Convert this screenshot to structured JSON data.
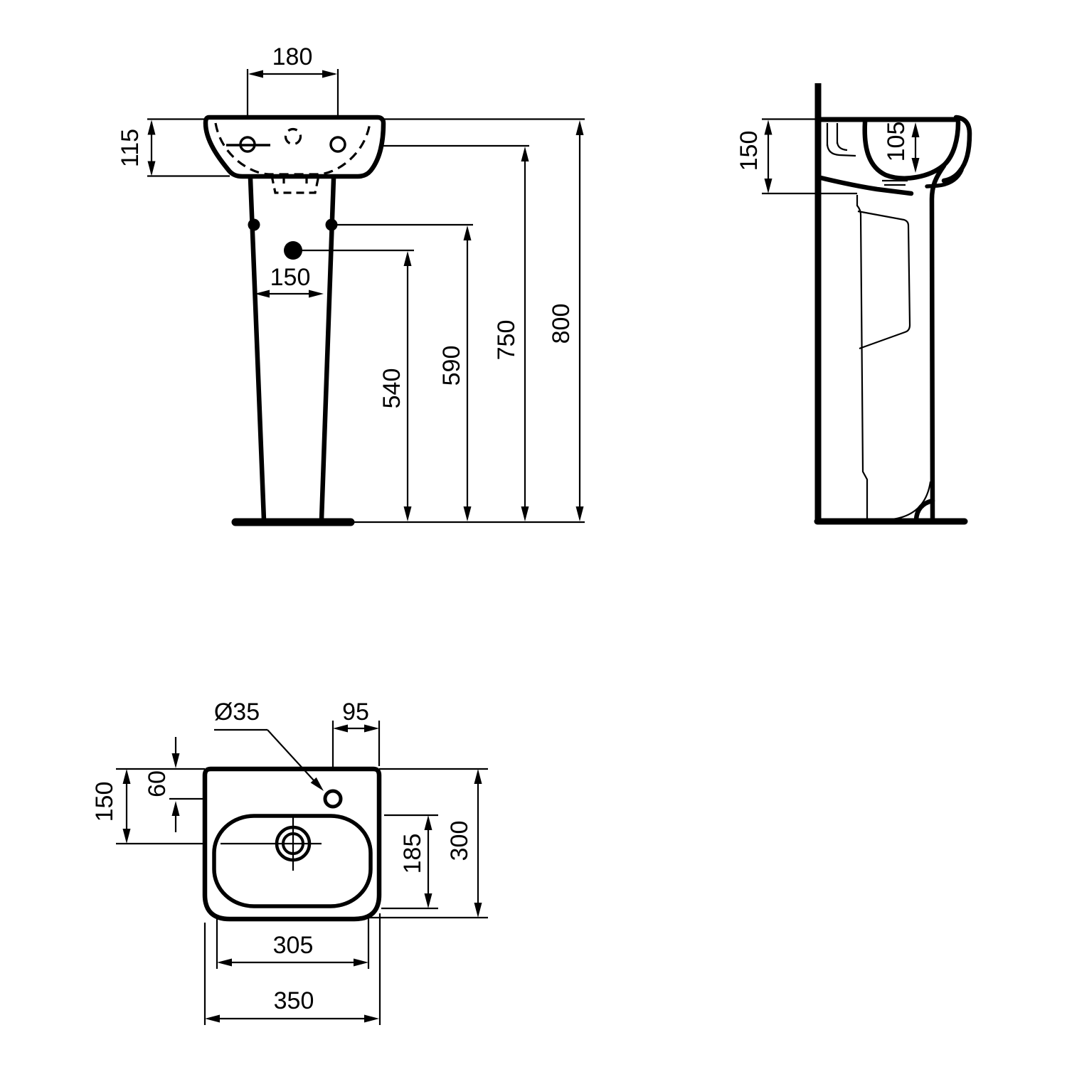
{
  "drawing": {
    "type": "technical-dimension-drawing",
    "subject": "pedestal washbasin with three orthographic views",
    "colors": {
      "background": "#ffffff",
      "line": "#000000"
    },
    "front_view": {
      "tap_hole_spacing": "180",
      "basin_height": "115",
      "pedestal_width": "150",
      "drain_height": "540",
      "fixing_holes_height": "590",
      "rim_line_height": "750",
      "overall_height": "800"
    },
    "side_view": {
      "back_section_height": "150",
      "bowl_depth": "105"
    },
    "plan_view": {
      "tap_hole_diameter": "Ø35",
      "tap_hole_to_right_edge": "95",
      "tap_hole_from_back": "60",
      "drain_from_back": "150",
      "bowl_front_depth": "185",
      "overall_depth": "300",
      "bowl_width": "305",
      "overall_width": "350"
    }
  }
}
